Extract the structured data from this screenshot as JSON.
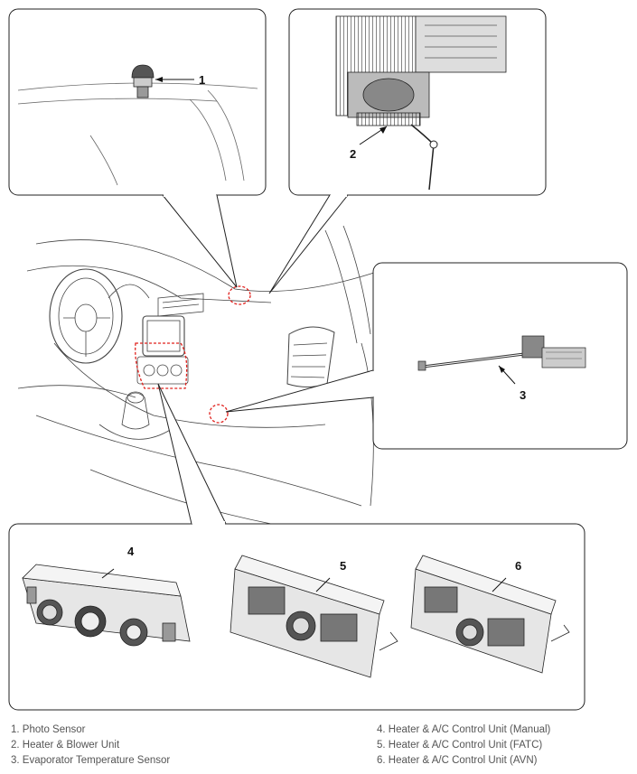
{
  "callouts": [
    "1",
    "2",
    "3",
    "4",
    "5",
    "6"
  ],
  "legend": {
    "left": [
      "1. Photo Sensor",
      "2. Heater & Blower Unit",
      "3. Evaporator Temperature Sensor"
    ],
    "right": [
      "4. Heater & A/C Control Unit (Manual)",
      "5. Heater & A/C Control Unit (FATC)",
      "6. Heater & A/C Control Unit (AVN)"
    ]
  },
  "colors": {
    "line": "#222222",
    "highlight": "#e0201c",
    "legend_text": "#555555"
  }
}
